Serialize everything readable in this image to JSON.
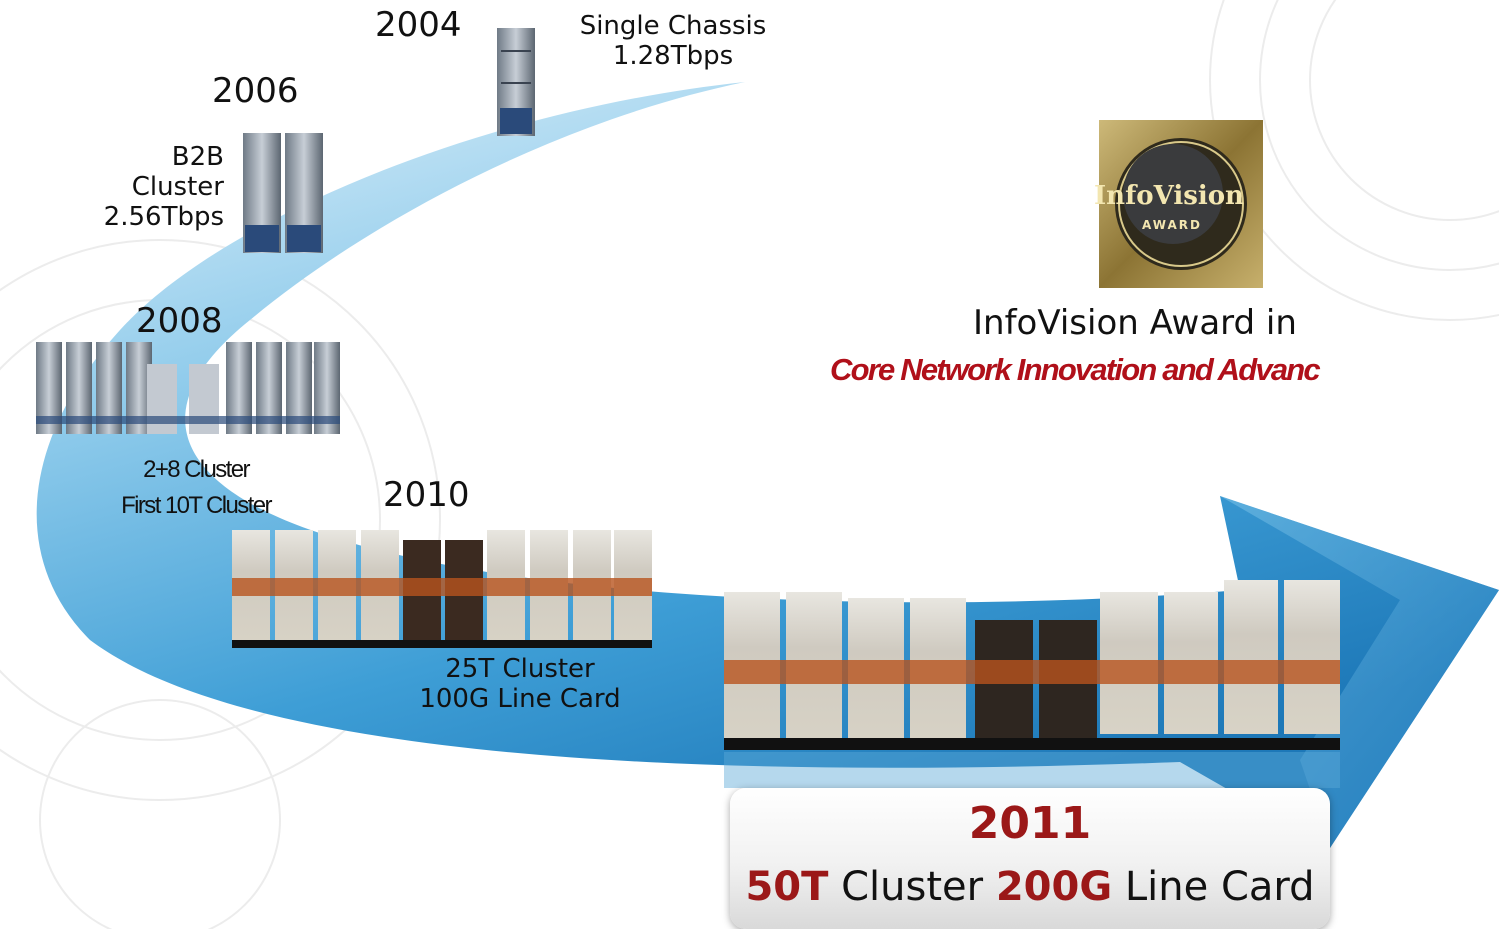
{
  "timeline": [
    {
      "year": "2004",
      "lines": [
        "Single Chassis",
        "1.28Tbps"
      ]
    },
    {
      "year": "2006",
      "lines": [
        "B2B",
        "Cluster",
        "2.56Tbps"
      ]
    },
    {
      "year": "2008",
      "lines": [
        "2+8 Cluster",
        "First 10T Cluster"
      ]
    },
    {
      "year": "2010",
      "lines": [
        "25T Cluster",
        "100G Line Card"
      ]
    }
  ],
  "award": {
    "emblem_top": "InfoVision",
    "emblem_bottom": "AWARD",
    "caption": "InfoVision Award in",
    "category": "Core Network Innovation and Advanc"
  },
  "highlight": {
    "year": "2011",
    "capacity": "50T",
    "word1": "Cluster",
    "card": "200G",
    "word2": "Line Card"
  },
  "colors": {
    "arrow_light": "#d4ecf8",
    "arrow_mid": "#59b3e2",
    "arrow_dark": "#1d78b8",
    "accent": "#9b1818",
    "award_text": "#b0101a",
    "award_gold": "#b59a55"
  }
}
